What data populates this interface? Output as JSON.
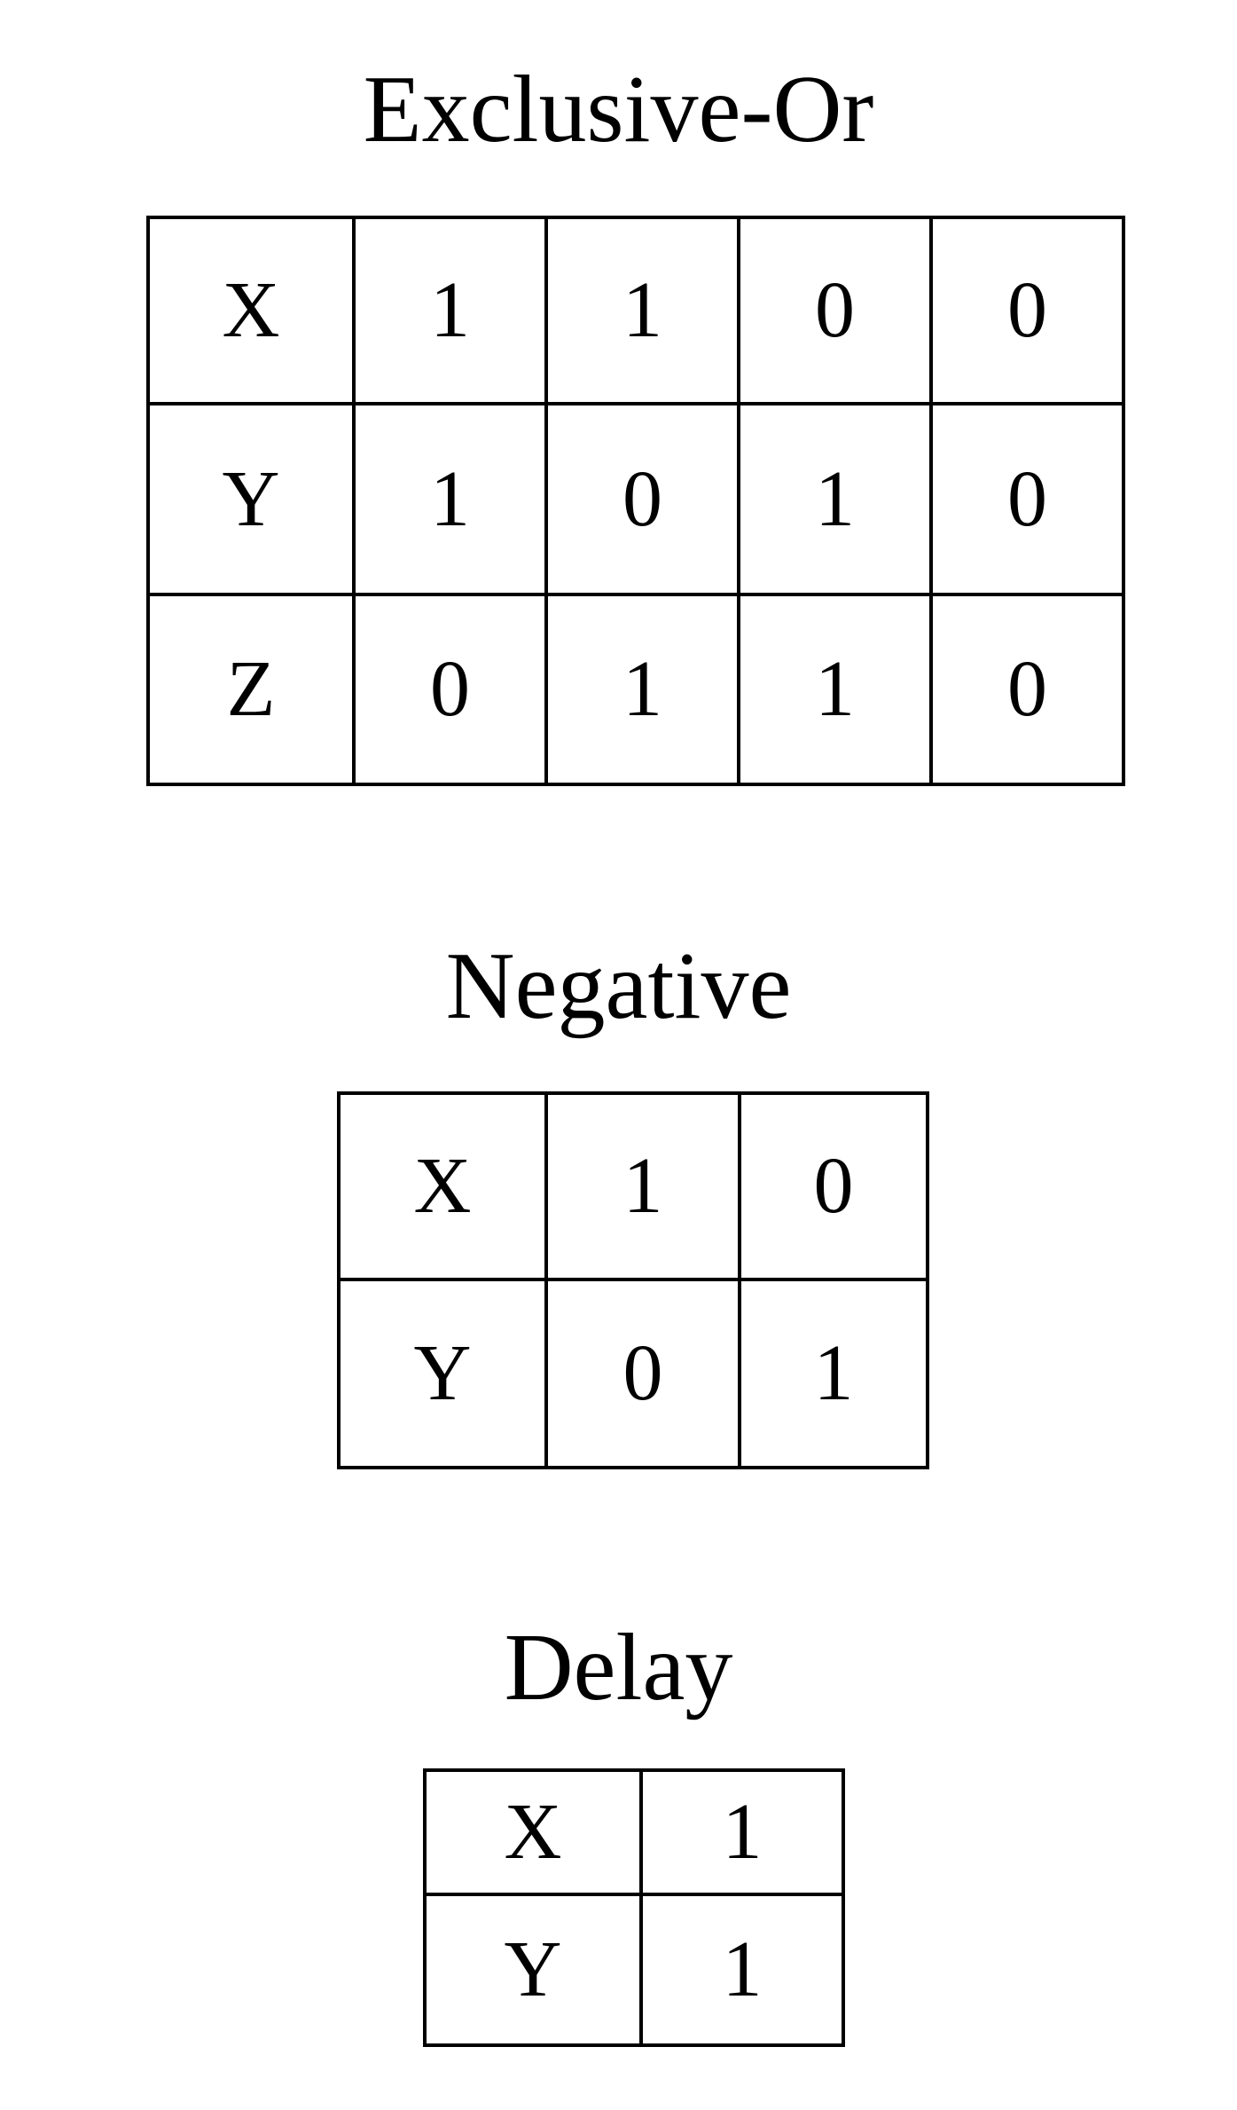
{
  "tables": [
    {
      "title": "Exclusive-Or",
      "rows": [
        {
          "label": "X",
          "values": [
            "1",
            "1",
            "0",
            "0"
          ]
        },
        {
          "label": "Y",
          "values": [
            "1",
            "0",
            "1",
            "0"
          ]
        },
        {
          "label": "Z",
          "values": [
            "0",
            "1",
            "1",
            "0"
          ]
        }
      ]
    },
    {
      "title": "Negative",
      "rows": [
        {
          "label": "X",
          "values": [
            "1",
            "0"
          ]
        },
        {
          "label": "Y",
          "values": [
            "0",
            "1"
          ]
        }
      ]
    },
    {
      "title": "Delay",
      "rows": [
        {
          "label": "X",
          "values": [
            "1"
          ]
        },
        {
          "label": "Y",
          "values": [
            "1"
          ]
        }
      ]
    }
  ]
}
